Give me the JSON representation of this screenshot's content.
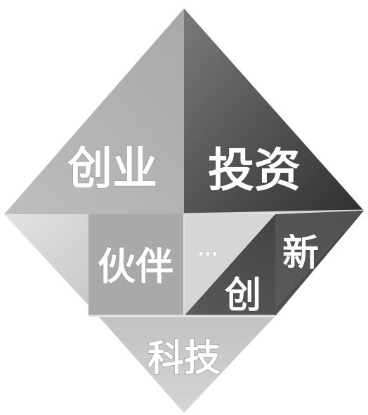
{
  "diagram": {
    "label_chuangye": "创业",
    "label_touzi": "投资",
    "label_huoban": "伙伴",
    "label_ellipsis": "...",
    "label_xin": "新",
    "label_chuang": "创",
    "label_keji": "科技"
  }
}
